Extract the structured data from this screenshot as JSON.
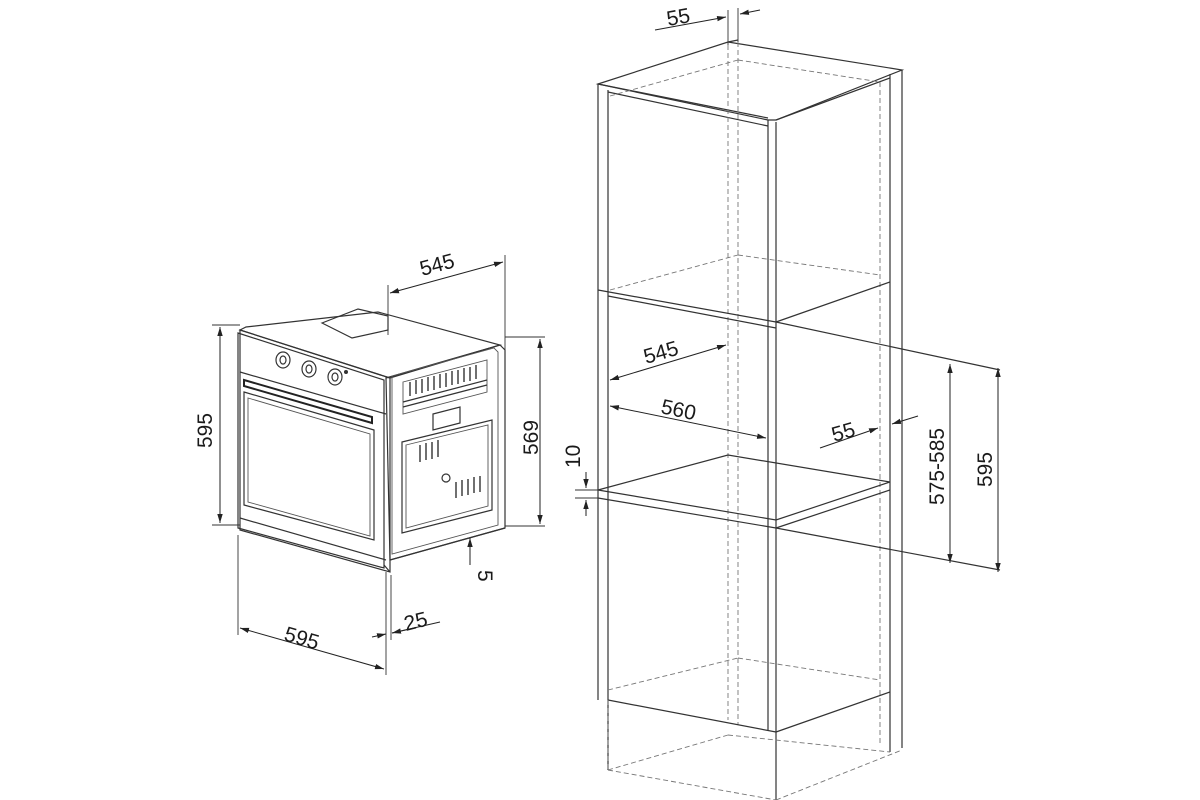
{
  "oven": {
    "width_top": "545",
    "height_front": "595",
    "height_side": "569",
    "width_front": "595",
    "panel_depth": "25",
    "bottom_gap": "5"
  },
  "cabinet": {
    "top_depth": "55",
    "inner_depth": "545",
    "inner_width": "560",
    "rear_gap": "55",
    "shelf": "10",
    "niche_height": "575-585",
    "total_height": "595"
  }
}
